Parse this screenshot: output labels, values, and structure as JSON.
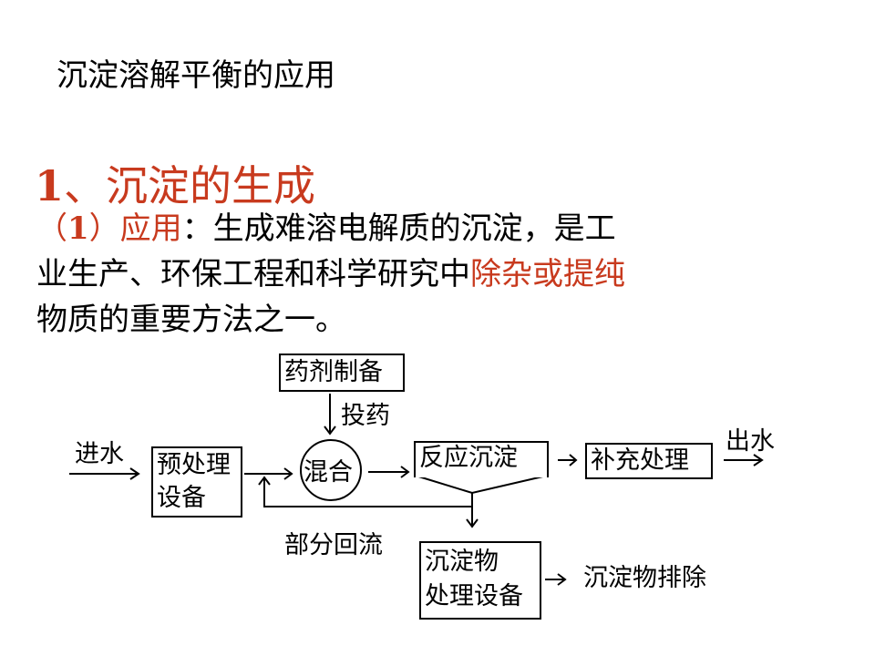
{
  "slide": {
    "title": "沉淀溶解平衡的应用",
    "heading": {
      "number": "1",
      "text": "、沉淀的生成"
    },
    "paragraph": {
      "prefix_open": "（",
      "prefix_num": "1",
      "prefix_close": "）应用",
      "colon": "：",
      "line1_rest": "生成难溶电解质的沉淀，是工",
      "line2_plain": "业生产、环保工程和科学研究中",
      "line2_highlight": "除杂或提纯",
      "line3": "物质的重要方法之一。"
    },
    "highlight_color": "#c83a1e"
  },
  "diagram": {
    "nodes": {
      "drug_prep": "药剂制备",
      "pretreat_line1": "预处理",
      "pretreat_line2": "设备",
      "mix": "混合",
      "react": "反应沉淀",
      "supplement": "补充处理",
      "sediment_line1": "沉淀物",
      "sediment_line2": "处理设备"
    },
    "labels": {
      "water_in": "进水",
      "dosing": "投药",
      "water_out": "出水",
      "partial_return": "部分回流",
      "sediment_discharge": "沉淀物排除"
    }
  }
}
